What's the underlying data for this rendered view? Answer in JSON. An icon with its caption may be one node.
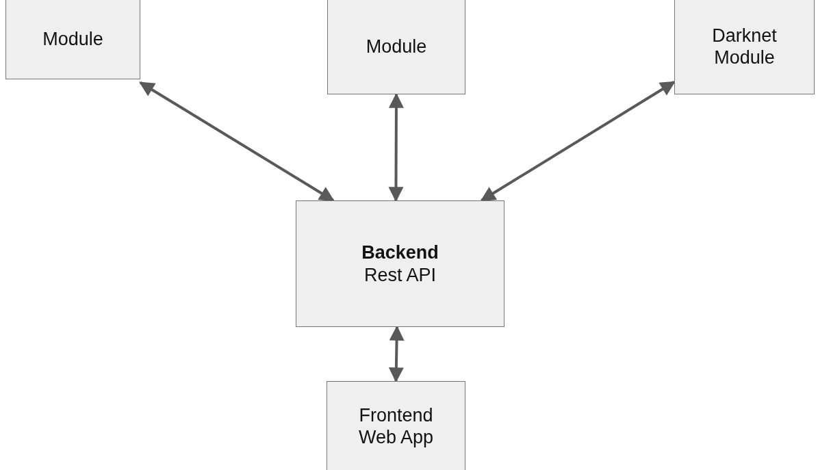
{
  "diagram": {
    "nodes": [
      {
        "text": [
          "Module"
        ]
      },
      {
        "text": [
          "Module"
        ]
      },
      {
        "text": [
          "Darknet Module"
        ]
      },
      {
        "text": [
          "Backend",
          "Rest API"
        ]
      },
      {
        "text": [
          "Frontend Web App"
        ]
      }
    ],
    "edges": [
      {
        "from": 3,
        "to": 0,
        "arrow": "both"
      },
      {
        "from": 3,
        "to": 1,
        "arrow": "both"
      },
      {
        "from": 3,
        "to": 2,
        "arrow": "both"
      },
      {
        "from": 3,
        "to": 4,
        "arrow": "both"
      }
    ]
  }
}
